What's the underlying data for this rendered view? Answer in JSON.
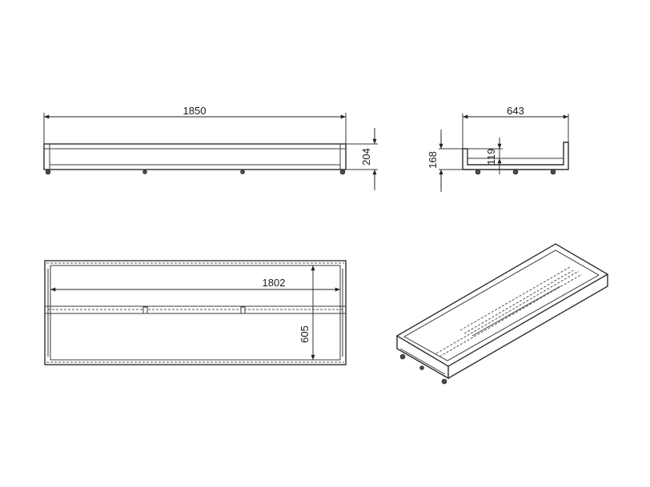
{
  "dimensions": {
    "top_length": "1850",
    "top_height": "204",
    "side_width": "643",
    "side_total_height": "168",
    "side_inner_height": "119",
    "plan_inner_length": "1802",
    "plan_inner_width": "605"
  }
}
